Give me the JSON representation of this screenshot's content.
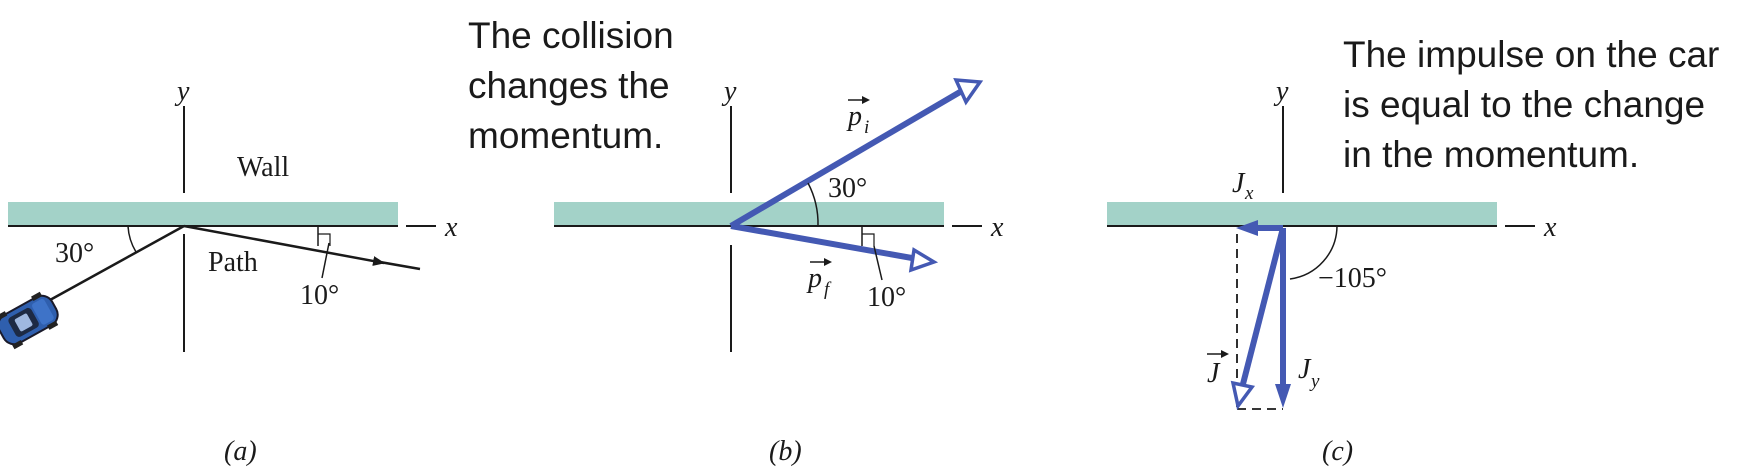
{
  "colors": {
    "wall": "#a3d2c8",
    "vector": "#4459b3",
    "line": "#1a1a1a"
  },
  "panel_a": {
    "axis_x": "x",
    "axis_y": "y",
    "wall_label": "Wall",
    "path_label": "Path",
    "angle_in": "30°",
    "angle_out": "10°",
    "panel_label": "(a)"
  },
  "panel_b": {
    "caption_lines": [
      "The collision",
      "changes the",
      "momentum."
    ],
    "axis_x": "x",
    "axis_y": "y",
    "p_symbol": "p",
    "pi_sub": "i",
    "pf_sub": "f",
    "angle_pi": "30°",
    "angle_pf": "10°",
    "panel_label": "(b)"
  },
  "panel_c": {
    "caption_lines": [
      "The impulse on the car",
      "is equal to the change",
      "in the momentum."
    ],
    "axis_x": "x",
    "axis_y": "y",
    "J_symbol": "J",
    "jx_sub": "x",
    "jy_sub": "y",
    "angle_J": "−105°",
    "panel_label": "(c)"
  }
}
